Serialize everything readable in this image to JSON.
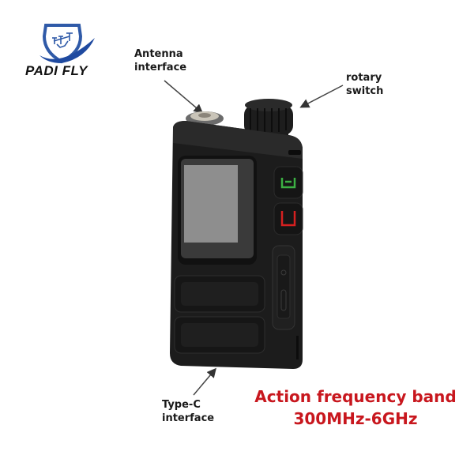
{
  "brand": {
    "name": "PADI FLY",
    "logo_icon": "shield-drone-logo",
    "colors": {
      "shield": "#2f5aa8",
      "swoosh": "#1f4aa0",
      "text": "#111111"
    }
  },
  "callouts": {
    "antenna": {
      "line1": "Antenna",
      "line2": "interface"
    },
    "rotary": {
      "line1": "rotary",
      "line2": "switch"
    },
    "typec": {
      "line1": "Type-C",
      "line2": "interface"
    }
  },
  "frequency_band": {
    "line1": "Action frequency band",
    "line2": "300MHz-6GHz",
    "color": "#c8171e"
  },
  "device": {
    "body_color": "#1c1c1c",
    "screen_color": "#8e8e8e",
    "buttons": [
      {
        "name": "call-answer-button",
        "icon": "phone-answer-icon",
        "color": "#3cb043"
      },
      {
        "name": "call-end-button",
        "icon": "phone-hangup-icon",
        "color": "#d62020"
      }
    ],
    "side_button": "side-key",
    "knob": "rotary-knob",
    "antenna_port": "sma-connector"
  }
}
